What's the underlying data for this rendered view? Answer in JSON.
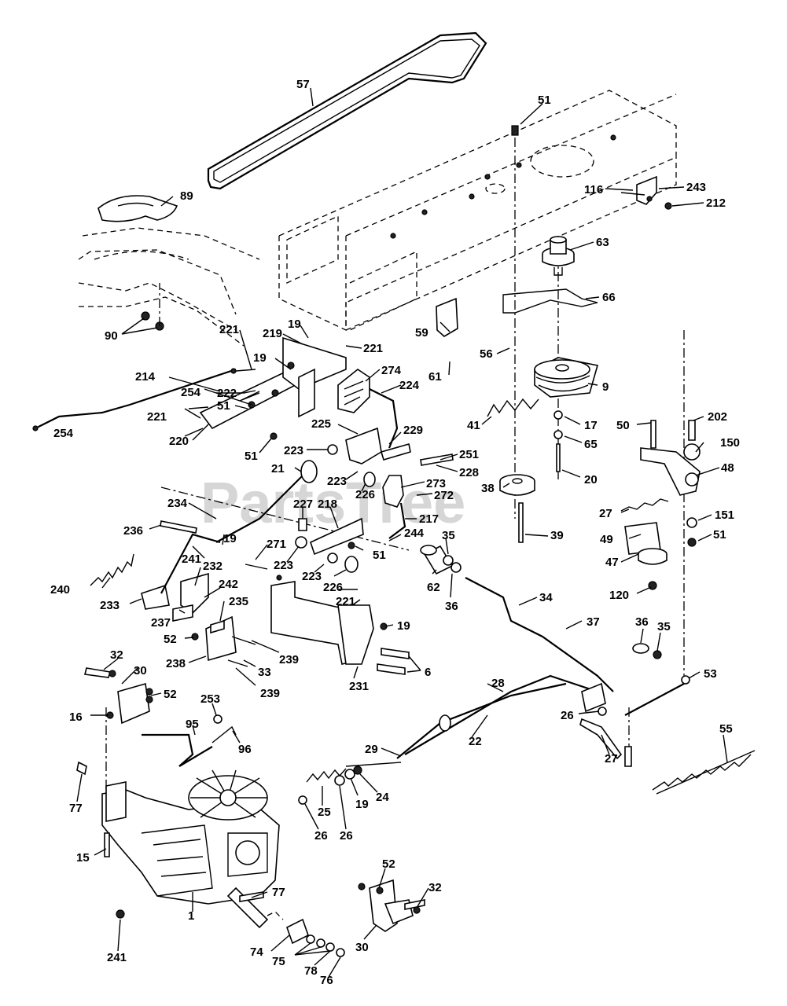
{
  "watermark": "PartsTree",
  "callouts": {
    "c57": "57",
    "c51a": "51",
    "c89": "89",
    "c243": "243",
    "c116": "116",
    "c212": "212",
    "c63": "63",
    "c66": "66",
    "c90": "90",
    "c221a": "221",
    "c219": "219",
    "c19a": "19",
    "c221b": "221",
    "c59": "59",
    "c56": "56",
    "c214": "214",
    "c19b": "19",
    "c274": "274",
    "c61": "61",
    "c9": "9",
    "c254a": "254",
    "c222": "222",
    "c224": "224",
    "c51b": "51",
    "c221c": "221",
    "c41": "41",
    "c17": "17",
    "c50": "50",
    "c202": "202",
    "c254b": "254",
    "c220": "220",
    "c225": "225",
    "c229": "229",
    "c65": "65",
    "c150": "150",
    "c51c": "51",
    "c223a": "223",
    "c251": "251",
    "c20": "20",
    "c48": "48",
    "c228": "228",
    "c21": "21",
    "c273": "273",
    "c223b": "223",
    "c226a": "226",
    "c272": "272",
    "c38": "38",
    "c234": "234",
    "c227": "227",
    "c218": "218",
    "c27a": "27",
    "c151": "151",
    "c217": "217",
    "c236": "236",
    "c19c": "19",
    "c271": "271",
    "c244": "244",
    "c35a": "35",
    "c39": "39",
    "c51d": "51",
    "c49": "49",
    "c241a": "241",
    "c223c": "223",
    "c51e": "51",
    "c47": "47",
    "c232": "232",
    "c242": "242",
    "c240": "240",
    "c223d": "223",
    "c62": "62",
    "c36a": "36",
    "c226b": "226",
    "c120": "120",
    "c233": "233",
    "c235": "235",
    "c237": "237",
    "c34": "34",
    "c221d": "221",
    "c19d": "19",
    "c37": "37",
    "c36b": "36",
    "c35b": "35",
    "c52a": "52",
    "c239a": "239",
    "c32a": "32",
    "c238": "238",
    "c33": "33",
    "c6": "6",
    "c30a": "30",
    "c239b": "239",
    "c231": "231",
    "c53": "53",
    "c52b": "52",
    "c28": "28",
    "c253": "253",
    "c16": "16",
    "c26a": "26",
    "c95": "95",
    "c96": "96",
    "c22": "22",
    "c27b": "27",
    "c55": "55",
    "c29": "29",
    "c77a": "77",
    "c24": "24",
    "c19e": "19",
    "c25": "25",
    "c26b": "26",
    "c26c": "26",
    "c15": "15",
    "c52c": "52",
    "c32b": "32",
    "c77b": "77",
    "c1": "1",
    "c30b": "30",
    "c241b": "241",
    "c74": "74",
    "c75": "75",
    "c78": "78",
    "c76": "76"
  }
}
